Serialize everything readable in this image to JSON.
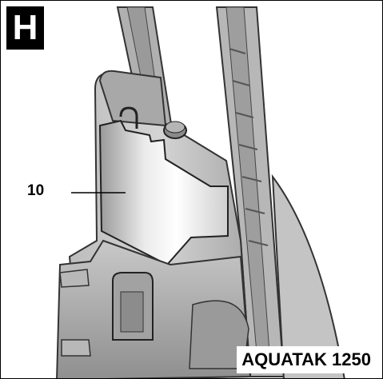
{
  "figure": {
    "letter": "H",
    "callout_number": "10",
    "model": "AQUATAK 1250"
  }
}
